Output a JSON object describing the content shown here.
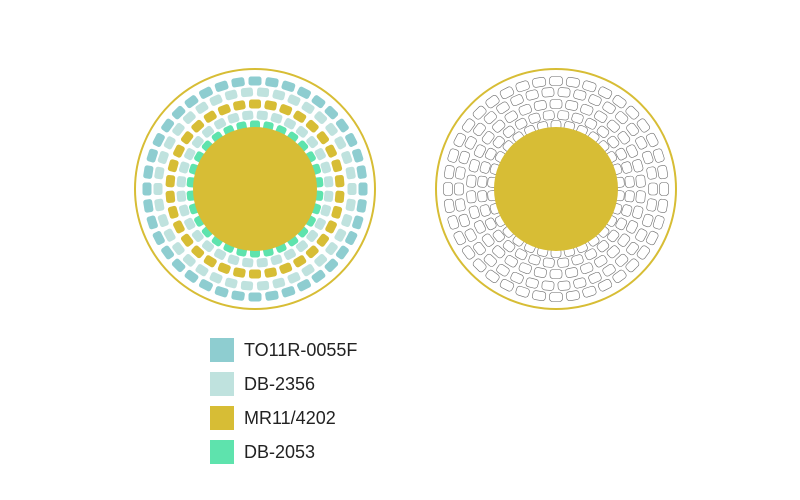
{
  "legend": {
    "items": [
      {
        "key": "to11r",
        "label": "TO11R-0055F",
        "color": "#8ecdd0"
      },
      {
        "key": "db2356",
        "label": "DB-2356",
        "color": "#bfe2de"
      },
      {
        "key": "mr11",
        "label": "MR11/4202",
        "color": "#d7bd35"
      },
      {
        "key": "db2053",
        "label": "DB-2053",
        "color": "#5ee3ad"
      }
    ]
  },
  "colors": {
    "outline": "#d7bd35",
    "tile_outline_gray": "#6b6b6b",
    "background": "#ffffff"
  },
  "left_diagram": {
    "rings_outer_to_inner": [
      "to11r",
      "db2356",
      "mr11",
      "db2356",
      "db2053",
      "db2356"
    ],
    "center": "mr11"
  },
  "right_diagram": {
    "style": "outline-only",
    "center": "mr11"
  }
}
